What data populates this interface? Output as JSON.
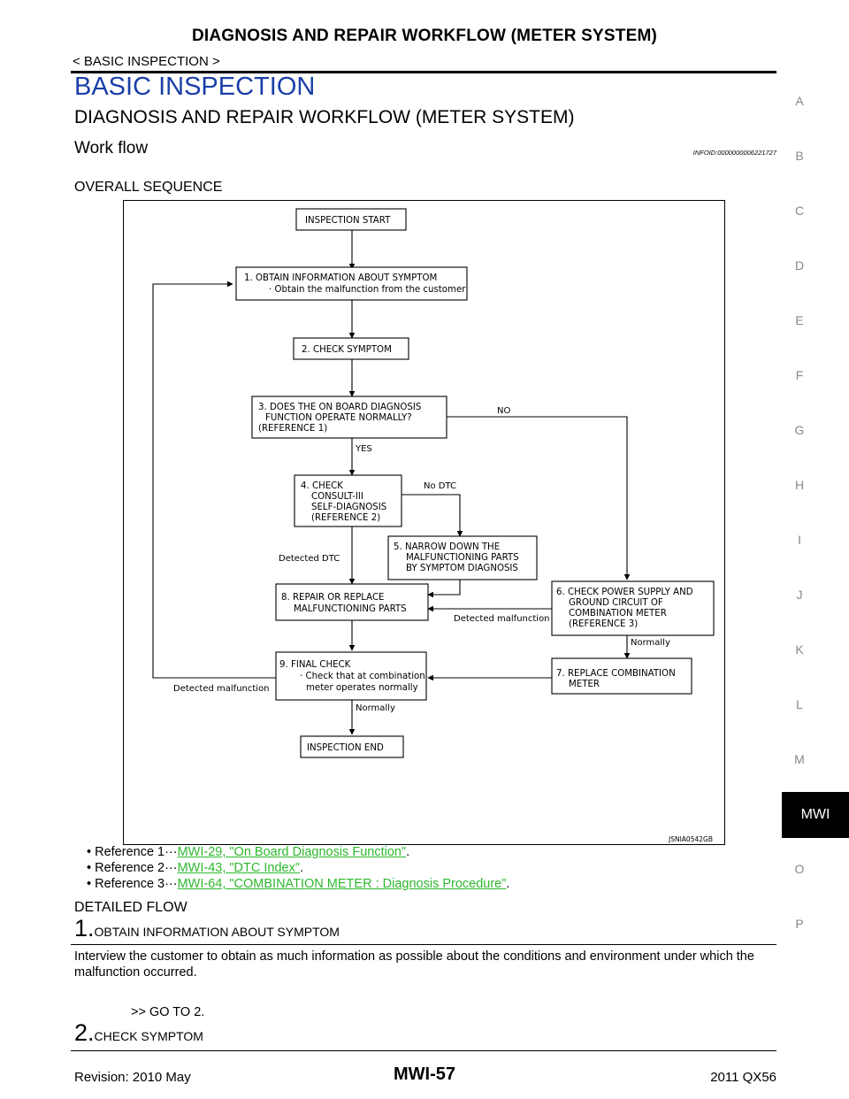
{
  "header": {
    "title": "DIAGNOSIS AND REPAIR WORKFLOW (METER SYSTEM)",
    "section": "< BASIC INSPECTION >"
  },
  "section_title": "BASIC INSPECTION",
  "page_heading": "DIAGNOSIS AND REPAIR WORKFLOW (METER SYSTEM)",
  "work_flow": "Work flow",
  "infoid": "INFOID:0000000006221727",
  "overall_sequence": "OVERALL SEQUENCE",
  "diagram": {
    "boxes": {
      "start": [
        "INSPECTION START"
      ],
      "b1": [
        "1. OBTAIN INFORMATION ABOUT SYMPTOM",
        "· Obtain the malfunction from the customer"
      ],
      "b2": [
        "2. CHECK SYMPTOM"
      ],
      "b3": [
        "3. DOES THE ON BOARD DIAGNOSIS",
        "FUNCTION OPERATE NORMALLY?",
        "(REFERENCE 1)"
      ],
      "b4": [
        "4. CHECK",
        "CONSULT-III",
        "SELF-DIAGNOSIS",
        "(REFERENCE 2)"
      ],
      "b5": [
        "5. NARROW DOWN THE",
        "MALFUNCTIONING PARTS",
        "BY SYMPTOM DIAGNOSIS"
      ],
      "b6": [
        "6. CHECK POWER SUPPLY AND",
        "GROUND CIRCUIT OF",
        "COMBINATION METER",
        "(REFERENCE 3)"
      ],
      "b7": [
        "7. REPLACE COMBINATION",
        "METER"
      ],
      "b8": [
        "8. REPAIR OR REPLACE",
        "MALFUNCTIONING PARTS"
      ],
      "b9": [
        "9. FINAL CHECK",
        "· Check that at combination",
        "meter operates normally"
      ],
      "end": [
        "INSPECTION END"
      ]
    },
    "labels": {
      "no": "NO",
      "yes": "YES",
      "no_dtc": "No DTC",
      "detected_dtc": "Detected DTC",
      "detected_malfunction_6": "Detected malfunction",
      "normally_6": "Normally",
      "detected_malfunction_9": "Detected malfunction",
      "normally_9": "Normally"
    },
    "code": "JSNIA0542GB"
  },
  "references": [
    {
      "prefix": "Reference 1···",
      "link": "MWI-29, \"On Board Diagnosis Function\"",
      "suffix": "."
    },
    {
      "prefix": "Reference 2···",
      "link": "MWI-43, \"DTC Index\"",
      "suffix": "."
    },
    {
      "prefix": "Reference 3···",
      "link": "MWI-64, \"COMBINATION METER : Diagnosis Procedure\"",
      "suffix": "."
    }
  ],
  "detailed_flow": "DETAILED FLOW",
  "step1": {
    "num": "1.",
    "label": "OBTAIN INFORMATION ABOUT SYMPTOM"
  },
  "step1_body": "Interview the customer to obtain as much information as possible about the conditions and environment under which the malfunction occurred.",
  "goto": ">> GO TO 2.",
  "step2": {
    "num": "2.",
    "label": "CHECK SYMPTOM"
  },
  "footer": {
    "revision": "Revision: 2010 May",
    "page": "MWI-57",
    "model": "2011 QX56"
  },
  "side_index": [
    "A",
    "B",
    "C",
    "D",
    "E",
    "F",
    "G",
    "H",
    "I",
    "J",
    "K",
    "L",
    "M",
    "MWI",
    "O",
    "P"
  ],
  "colors": {
    "title_blue": "#1a3fa8",
    "link_green": "#2db82d",
    "index_gray": "#888888",
    "tab_black": "#000000"
  }
}
